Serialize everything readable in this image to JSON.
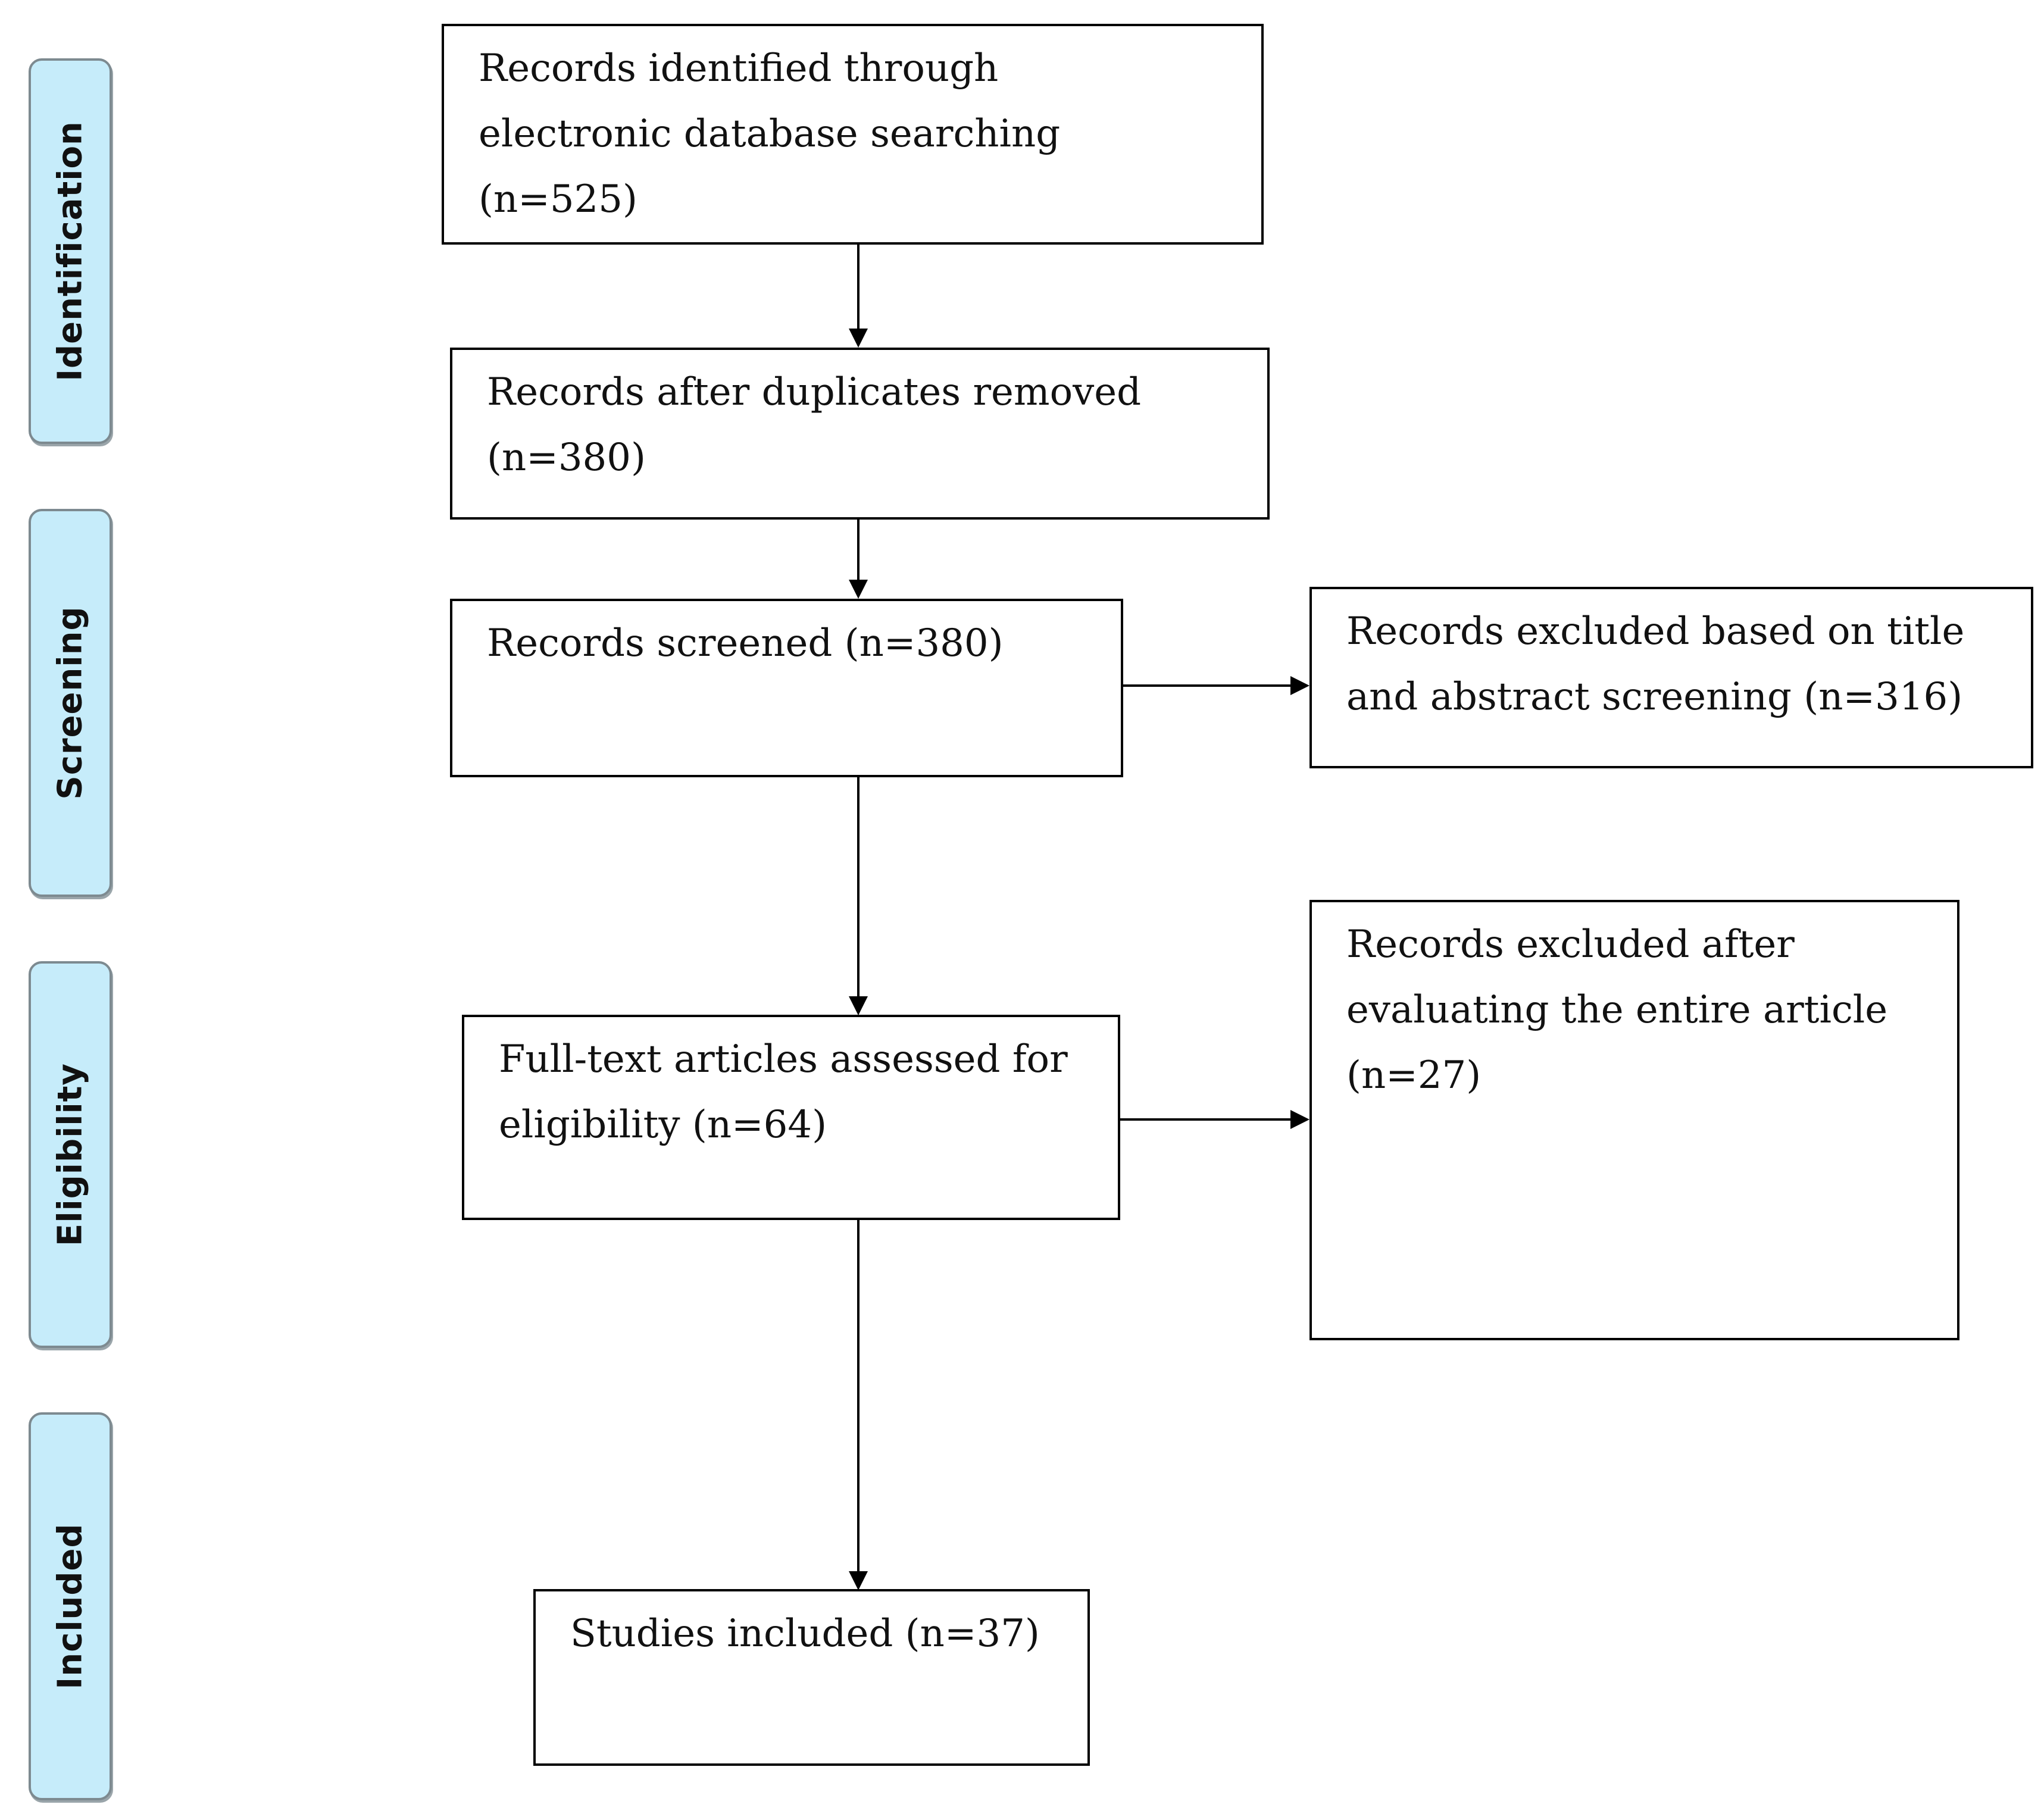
{
  "stages": {
    "identification": "Identification",
    "screening": "Screening",
    "eligibility": "Eligibility",
    "included": "Included"
  },
  "boxes": {
    "identified": {
      "line1": "Records identified through",
      "line2": "electronic database searching",
      "line3": "(n=525)"
    },
    "duplicates_removed": {
      "line1": "Records after duplicates removed",
      "line2": "(n=380)"
    },
    "screened": {
      "line1": "Records screened (n=380)"
    },
    "excluded_screening": {
      "line1": "Records excluded based on title",
      "line2": "and abstract screening (n=316)"
    },
    "full_text": {
      "line1": "Full-text articles assessed for",
      "line2": "eligibility (n=64)"
    },
    "excluded_full_text": {
      "line1": "Records excluded after",
      "line2": "evaluating the entire article",
      "line3": "(n=27)"
    },
    "included": {
      "line1": "Studies included (n=37)"
    }
  },
  "colors": {
    "stage_fill": "#c6ecfa",
    "stage_border": "#7d8a90",
    "line": "#000000"
  }
}
